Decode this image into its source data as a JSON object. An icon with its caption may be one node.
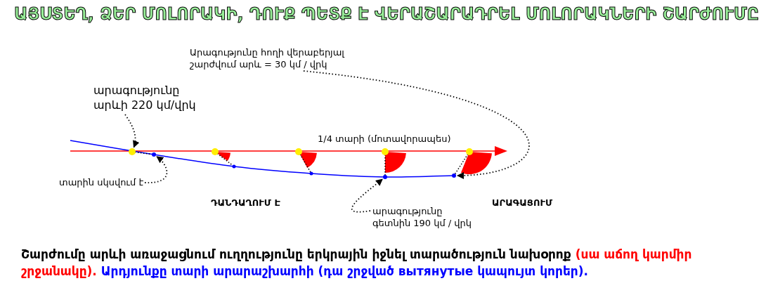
{
  "diagram": {
    "title": "ԱՅՍՏԵՂ, ՁԵՐ ՄՈԼՈՐԱԿԻ, ԴՈՒՔ ՊԵՏՔ Է ՎԵՐԱՇԱՐԱԴՐԵԼ ՄՈԼՈՐԱԿՆԵՐԻ ՇԱՐԺՈՒՄԸ",
    "caption": [
      "Շարժումը արևի առաջացնում ուղղությունը երկրային իջնել տարածություն նախօրոք",
      "(սա աճող կարմիր շրջանակը).",
      "Արդյունքը տարի արարաշխարհի (դա շրջված вытянутые կապույտ կորեր)."
    ],
    "nodes": [
      {
        "text": [
          "Արագությունը հողի վերաբերյալ շարժվում արև = 30 կմ / վրկ"
        ]
      },
      {
        "text": [
          "արագությունը արևի 220 կմ/վրկ"
        ]
      },
      {
        "text": [],
        "shape": "circle"
      },
      {
        "text": [],
        "shape": "circle"
      },
      {
        "text": [],
        "shape": "circle"
      },
      {
        "text": [],
        "shape": "circle"
      },
      {
        "text": [
          "տարին սկսվում է"
        ]
      },
      {
        "text": [
          "արագությունը գետնին 190 կմ / վրկ"
        ]
      }
    ],
    "edges": [
      {
        "from": 1,
        "to": 2,
        "arrow": "to"
      },
      {
        "from": 6,
        "to": 3,
        "arrow": "to"
      },
      {
        "from": 7,
        "to": 4,
        "arrow": "to"
      },
      {
        "from": 0,
        "to": 5,
        "arrow": "to"
      },
      {
        "from": 2,
        "to": 3,
        "arrow": "none"
      }
    ],
    "labels": [
      "1/4 տարի (մոտավորապես)",
      "ԴԱՆԴԱՂՈՒՄ Է",
      "ԱՐԱԳԱՑՈՒՄ"
    ]
  }
}
